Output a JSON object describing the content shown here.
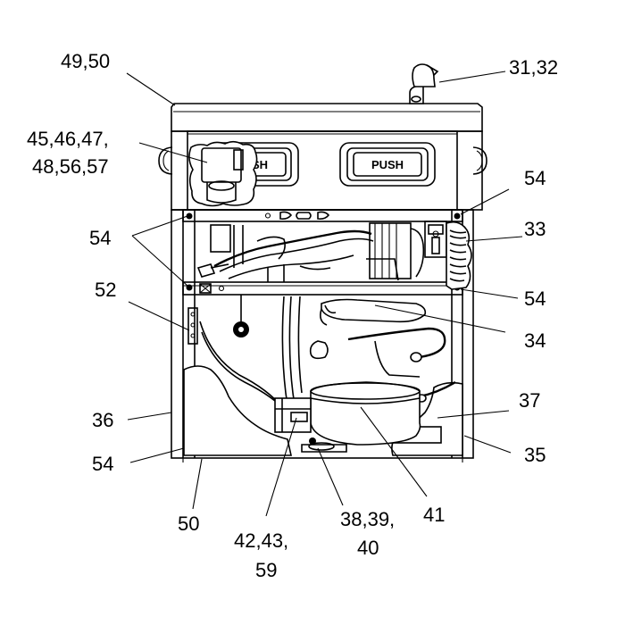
{
  "buttons": {
    "left_label": "SH",
    "right_label": "PUSH"
  },
  "callouts": {
    "c_49_50": "49,50",
    "c_31_32": "31,32",
    "c_45_line1": "45,46,47,",
    "c_45_line2": "48,56,57",
    "c_54_top_right": "54",
    "c_33": "33",
    "c_54_left": "54",
    "c_52": "52",
    "c_54_mid_right": "54",
    "c_34": "34",
    "c_37": "37",
    "c_36": "36",
    "c_35": "35",
    "c_54_bottom_left": "54",
    "c_50": "50",
    "c_41": "41",
    "c_38_line1": "38,39,",
    "c_38_line2": "40",
    "c_42_line1": "42,43,",
    "c_42_line2": "59"
  }
}
